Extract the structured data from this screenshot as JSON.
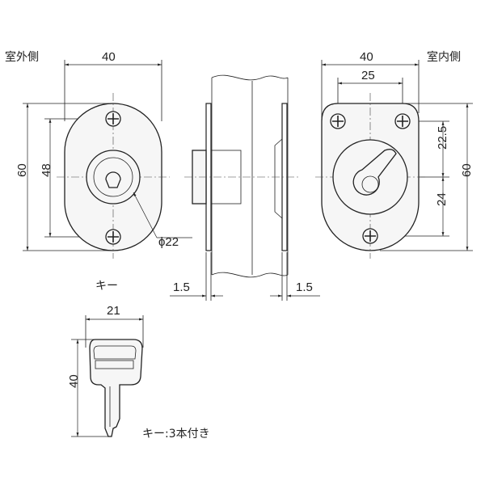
{
  "labels": {
    "outdoor_side": "室外側",
    "indoor_side": "室内側",
    "key_title": "キー",
    "key_note": "キー:3本付き",
    "phi": "ϕ22"
  },
  "dimensions": {
    "outer_width": "40",
    "outer_height": "60",
    "screw_pitch": "48",
    "inner_width": "40",
    "inner_screw_pitch": "25",
    "inner_upper": "22.5",
    "inner_lower": "24",
    "inner_height": "60",
    "plate_left": "1.5",
    "plate_right": "1.5",
    "key_width": "21",
    "key_length": "40"
  }
}
